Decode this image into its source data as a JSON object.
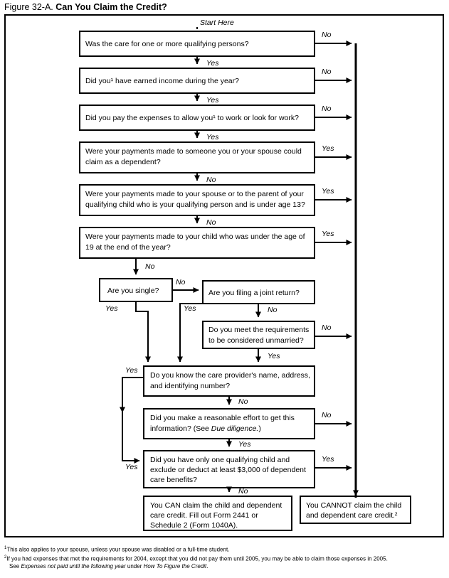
{
  "figure": {
    "number": "Figure 32-A.",
    "title": "Can You Claim the Credit?"
  },
  "start_label": "Start Here",
  "nodes": {
    "q1": {
      "lines": [
        "Was the care for one or more qualifying persons?"
      ]
    },
    "q2": {
      "lines": [
        "Did you¹ have earned income during the year?"
      ]
    },
    "q3": {
      "lines": [
        "Did you pay the expenses to allow you¹ to work or look for work?"
      ]
    },
    "q4": {
      "lines": [
        "Were your payments made to someone you or your spouse could",
        "claim as a dependent?"
      ]
    },
    "q5": {
      "lines": [
        "Were your payments made to your spouse or to the parent of your",
        "qualifying child who is your qualifying person and is under age 13?"
      ]
    },
    "q6": {
      "lines": [
        "Were your payments made to your child who was under the age of",
        "19 at the end of the year?"
      ]
    },
    "q7": {
      "lines": [
        "Are you single?"
      ]
    },
    "q8": {
      "lines": [
        "Are you filing a joint return?"
      ]
    },
    "q9": {
      "lines": [
        "Do you meet the requirements",
        "to be considered unmarried?"
      ]
    },
    "q10": {
      "lines": [
        "Do you know the care provider's name, address,",
        "and identifying number?"
      ]
    },
    "q11": {
      "lines": [
        "Did you make a reasonable effort to get this",
        "information? (See Due diligence.)"
      ]
    },
    "q12": {
      "lines": [
        "Did you have only one qualifying child and",
        "exclude or deduct at least $3,000 of dependent",
        "care benefits?"
      ]
    },
    "can": {
      "lines": [
        "You CAN claim the child and dependent",
        "care credit. Fill out Form 2441 or",
        "Schedule 2 (Form 1040A)."
      ]
    },
    "cannot": {
      "lines": [
        "You CANNOT claim the child",
        "and dependent care credit.²"
      ]
    }
  },
  "edge_labels": {
    "q1_no": "No",
    "q1_yes": "Yes",
    "q2_no": "No",
    "q2_yes": "Yes",
    "q3_no": "No",
    "q3_yes": "Yes",
    "q4_yes": "Yes",
    "q4_no": "No",
    "q5_yes": "Yes",
    "q5_no": "No",
    "q6_yes": "Yes",
    "q6_no": "No",
    "q7_no": "No",
    "q7_yes": "Yes",
    "q8_yes": "Yes",
    "q8_no": "No",
    "q9_no": "No",
    "q9_yes": "Yes",
    "q10_yes": "Yes",
    "q10_no": "No",
    "q11_no": "No",
    "q11_yes": "Yes",
    "q12_yes": "Yes",
    "q12_no": "No"
  },
  "footnotes": {
    "one_mark": "1",
    "one_text": "This also applies to your spouse, unless your spouse was disabled or a full-time student.",
    "two_mark": "2",
    "two_text": "If you had expenses that met the requirements for 2004, except that you did not pay them until 2005, you may be able to claim those expenses in 2005.",
    "two_text_line2_pre": "See ",
    "two_text_line2_ital1": "Expenses not paid until the following year",
    "two_text_line2_mid": " under ",
    "two_text_line2_ital2": "How To Figure the Credit",
    "two_text_line2_end": "."
  },
  "colors": {
    "ink": "#000000",
    "paper": "#ffffff"
  }
}
